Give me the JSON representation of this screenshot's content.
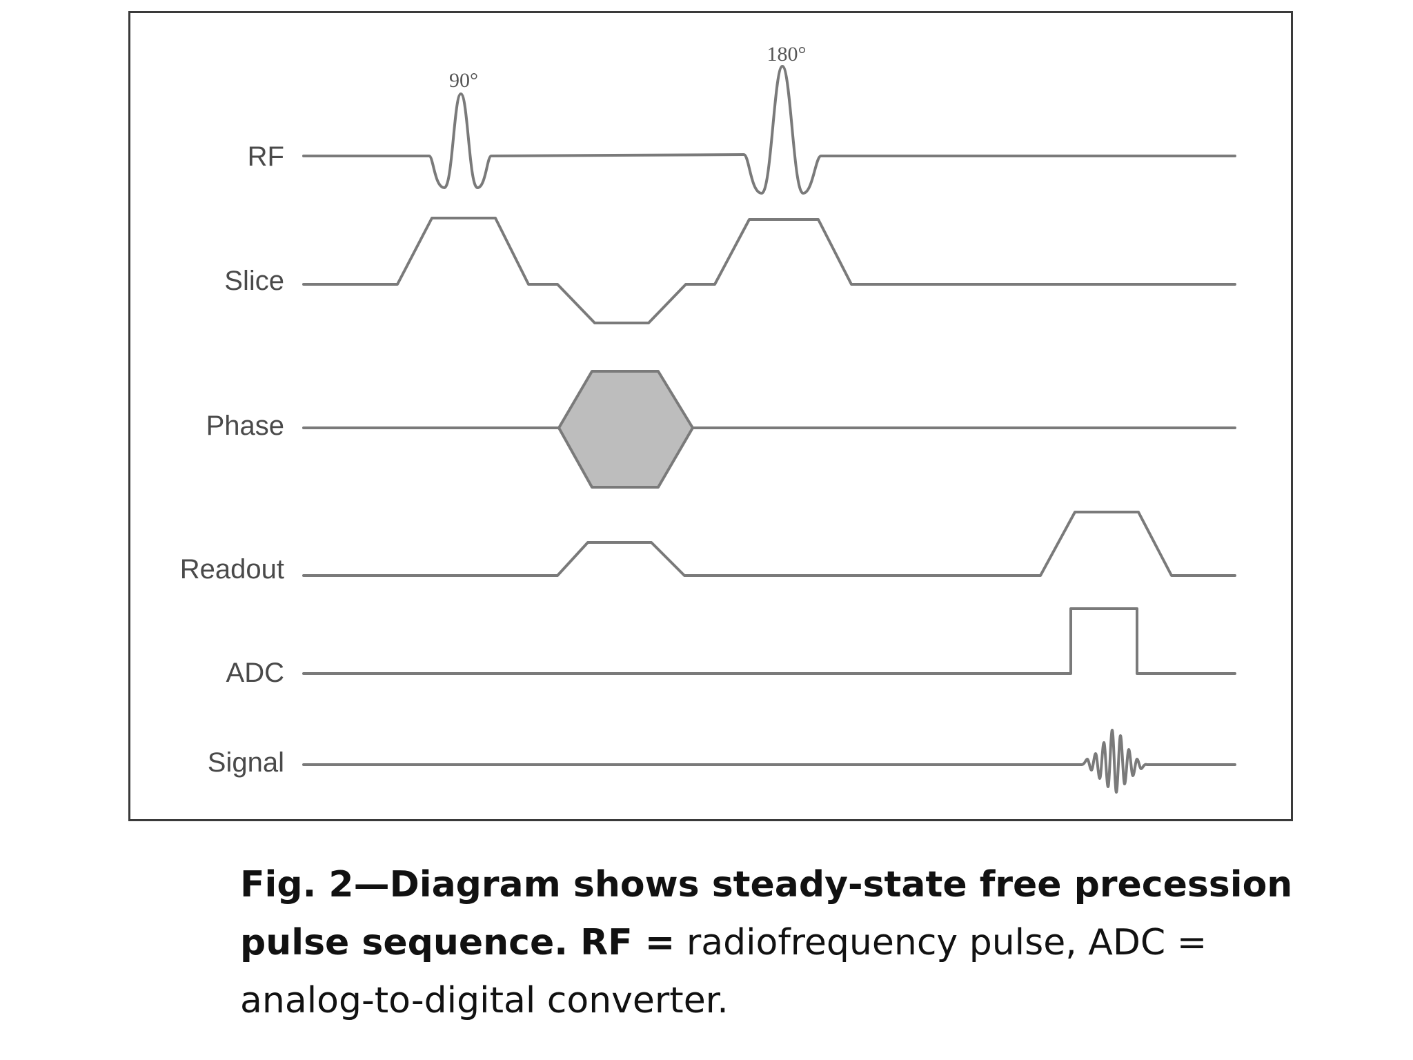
{
  "figure": {
    "rows": [
      {
        "id": "rf",
        "label": "RF"
      },
      {
        "id": "slice",
        "label": "Slice"
      },
      {
        "id": "phase",
        "label": "Phase"
      },
      {
        "id": "readout",
        "label": "Readout"
      },
      {
        "id": "adc",
        "label": "ADC"
      },
      {
        "id": "signal",
        "label": "Signal"
      }
    ],
    "pulse_labels": {
      "first": "90°",
      "second": "180°"
    },
    "colors": {
      "trace": "#7a7a7a",
      "phase_fill": "#bdbdbd",
      "frame": "#3a3a3a"
    }
  },
  "caption": {
    "bold_part": "Fig. 2—Diagram shows steady-state free precession pulse sequence. RF =",
    "regular_part": " radiofrequency pulse, ADC = analog-to-digital converter."
  }
}
